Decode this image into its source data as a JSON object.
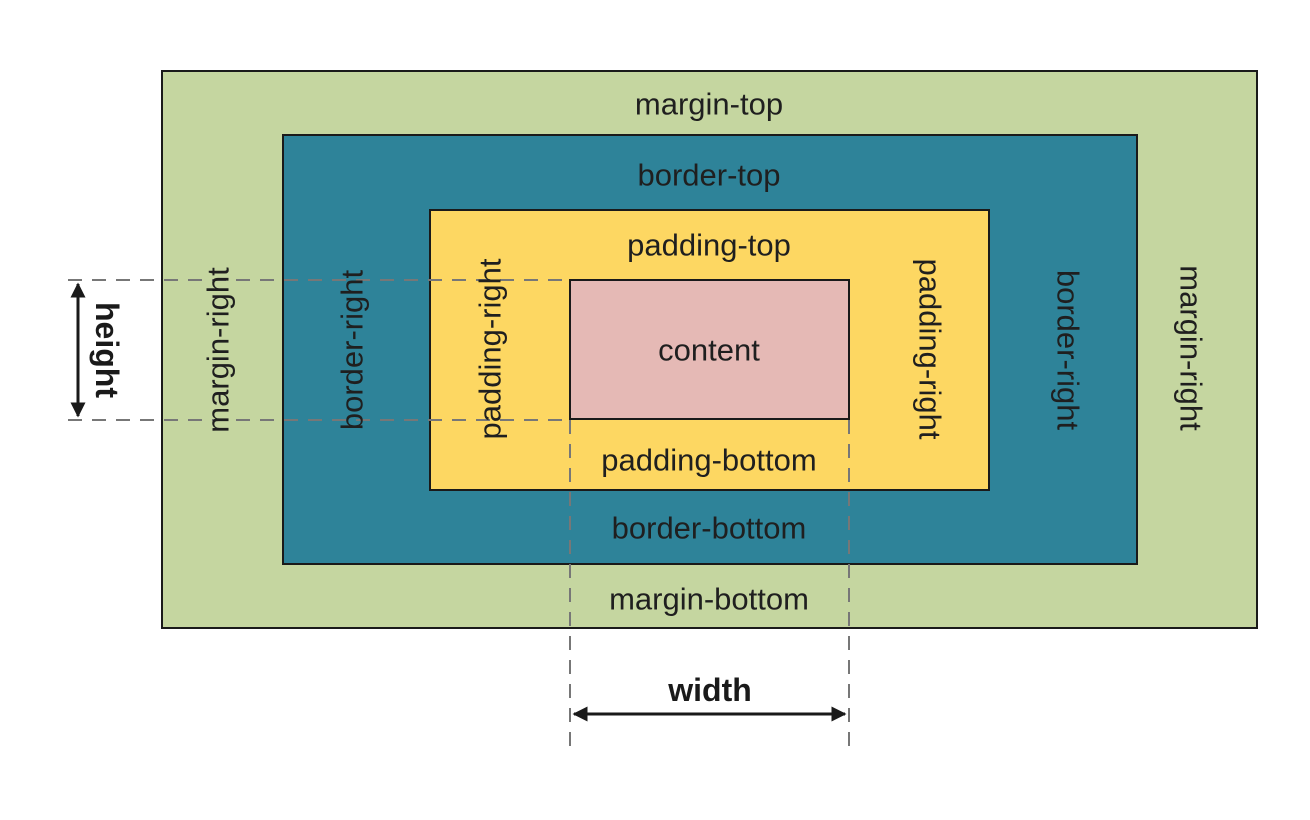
{
  "colors": {
    "margin": "#c5d6a0",
    "border": "#2e8399",
    "padding": "#fdd762",
    "content": "#e5b9b5",
    "line": "#1a1a1a",
    "guide": "#777777"
  },
  "margin": {
    "top": "margin-top",
    "left": "margin-right",
    "right": "margin-right",
    "bottom": "margin-bottom"
  },
  "border": {
    "top": "border-top",
    "left": "border-right",
    "right": "border-right",
    "bottom": "border-bottom"
  },
  "padding": {
    "top": "padding-top",
    "left": "padding-right",
    "right": "padding-right",
    "bottom": "padding-bottom"
  },
  "content": {
    "label": "content"
  },
  "dimensions": {
    "height": "height",
    "width": "width"
  }
}
